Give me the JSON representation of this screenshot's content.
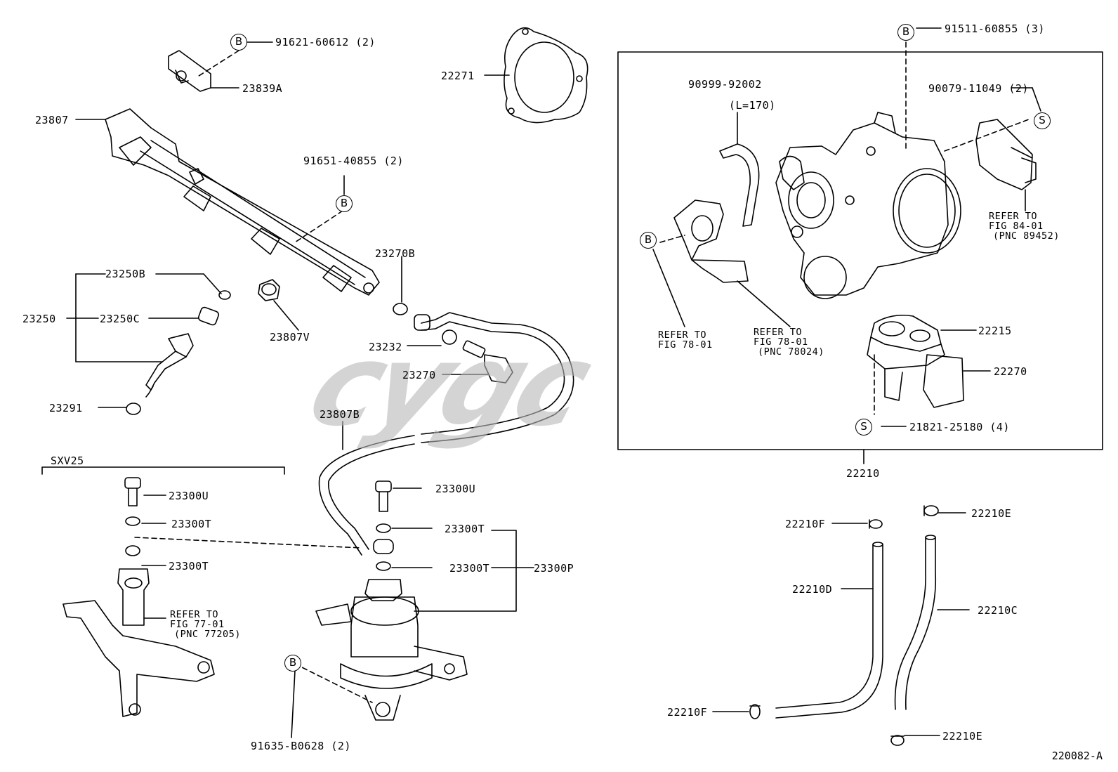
{
  "diagram_id": "220082-A",
  "watermark": "cygc",
  "group_label": "SXV25",
  "markers": {
    "b": "B",
    "s": "S"
  },
  "callouts": {
    "p91621_60612": "91621-60612 (2)",
    "p23839a": "23839A",
    "p23807": "23807",
    "p91651_40855": "91651-40855 (2)",
    "p22271": "22271",
    "p23270b": "23270B",
    "p23250b": "23250B",
    "p23250": "23250",
    "p23250c": "23250C",
    "p23807v": "23807V",
    "p23232": "23232",
    "p23270": "23270",
    "p23291": "23291",
    "p23807b": "23807B",
    "p23300u_left": "23300U",
    "p23300t_left_a": "23300T",
    "p23300t_left_b": "23300T",
    "p23300u_center": "23300U",
    "p23300t_center_a": "23300T",
    "p23300t_center_b": "23300T",
    "p23300p": "23300P",
    "p91635_b0628": "91635-B0628 (2)",
    "p91511_60855": "91511-60855 (3)",
    "p90999_92002": "90999-92002",
    "length_note": "(L=170)",
    "p90079_11049": "90079-11049 (2)",
    "p22215": "22215",
    "p22270": "22270",
    "p21821_25180": "21821-25180 (4)",
    "p22210": "22210",
    "p22210f_top": "22210F",
    "p22210e_top": "22210E",
    "p22210d": "22210D",
    "p22210c": "22210C",
    "p22210f_bottom": "22210F",
    "p22210e_bottom": "22210E"
  },
  "references": {
    "fig77": {
      "line1": "REFER TO",
      "line2": "FIG 77-01",
      "line3": "(PNC 77205)"
    },
    "fig84": {
      "line1": "REFER TO",
      "line2": "FIG 84-01",
      "line3": "(PNC 89452)"
    },
    "fig78_a": {
      "line1": "REFER TO",
      "line2": "FIG 78-01"
    },
    "fig78_b": {
      "line1": "REFER TO",
      "line2": "FIG 78-01",
      "line3": "(PNC 78024)"
    }
  }
}
